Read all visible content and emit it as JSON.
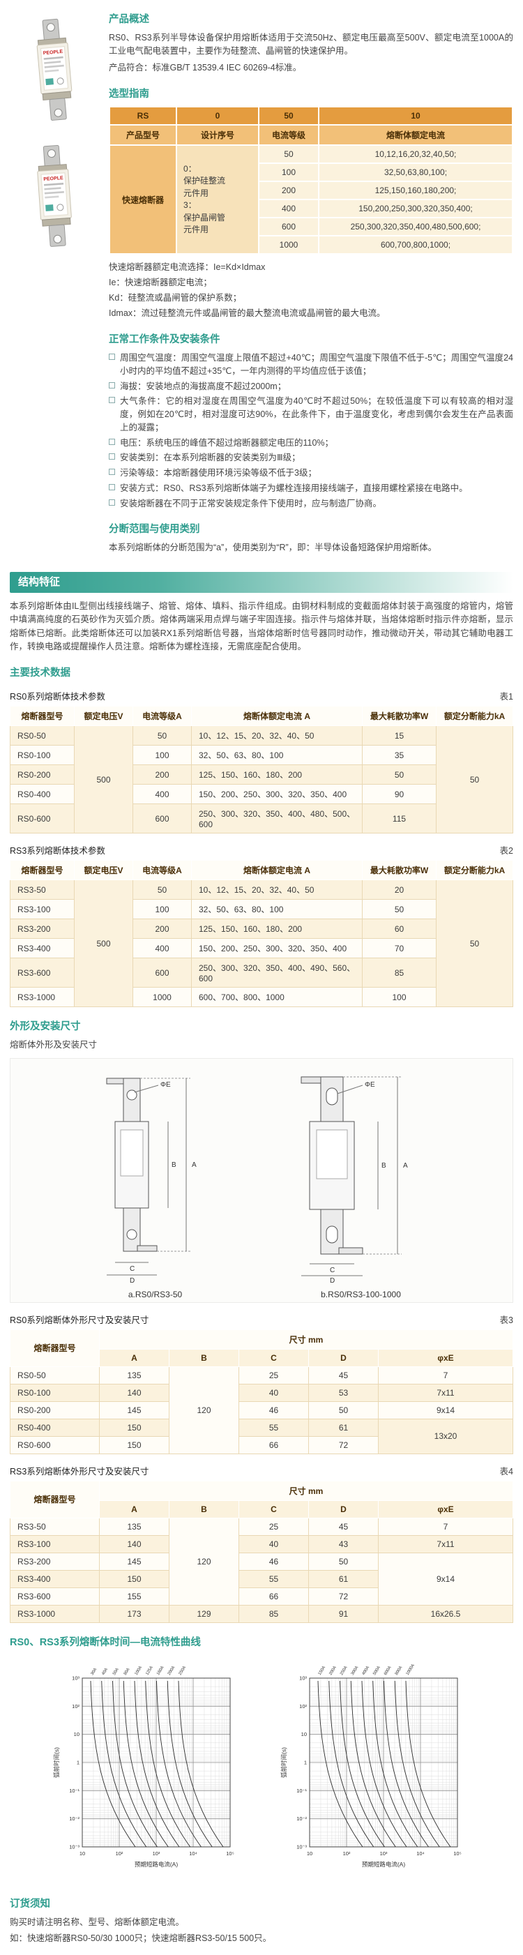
{
  "photos": {
    "brand": "PEOPLE"
  },
  "sections": {
    "overview": {
      "title": "产品概述",
      "p1": "RS0、RS3系列半导体设备保护用熔断体适用于交流50Hz、额定电压最高至500V、额定电流至1000A的工业电气配电装置中，主要作为硅整流、晶闸管的快速保护用。",
      "p2": "产品符合：标准GB/T 13539.4   IEC 60269-4标准。"
    },
    "selection": {
      "title": "选型指南",
      "notes": [
        "快速熔断器额定电流选择：Ie=Kd×Idmax",
        "Ie：快速熔断器额定电流；",
        "Kd：硅整流或晶闸管的保护系数；",
        "Idmax：流过硅整流元件或晶闸管的最大整流电流或晶闸管的最大电流。"
      ]
    },
    "conditions": {
      "title": "正常工作条件及安装条件",
      "items": [
        "周围空气温度：周围空气温度上限值不超过+40℃；周围空气温度下限值不低于-5℃；周围空气温度24小时内的平均值不超过+35℃，一年内测得的平均值应低于该值；",
        "海拔：安装地点的海拔高度不超过2000m；",
        "大气条件：它的相对湿度在周围空气温度为40℃时不超过50%；在较低温度下可以有较高的相对湿度，例如在20℃时，相对湿度可达90%，在此条件下，由于温度变化，考虑到偶尔会发生在产品表面上的凝露；",
        "电压：系统电压的峰值不超过熔断器额定电压的110%；",
        "安装类别：在本系列熔断器的安装类别为Ⅲ级；",
        "污染等级：本熔断器使用环境污染等级不低于3级；",
        "安装方式：RS0、RS3系列熔断体端子为螺栓连接用接线端子，直接用螺栓紧接在电路中。",
        "安装熔断器在不同于正常安装规定条件下使用时，应与制造厂协商。"
      ]
    },
    "breaking": {
      "title": "分断范围与使用类别",
      "text": "本系列熔断体的分断范围为“a”，使用类别为“R”，即：半导体设备短路保护用熔断体。"
    },
    "structure": {
      "title": "结构特征",
      "text": "本系列熔断体由IL型侧出线接线端子、熔管、熔体、填料、指示件组成。由铜材料制成的变截面熔体封装于高强度的熔管内，熔管中填满高纯度的石英砂作为灭弧介质。熔体两端采用点焊与端子牢固连接。指示件与熔体并联，当熔体熔断时指示件亦熔断，显示熔断体已熔断。此类熔断体还可以加装RX1系列熔断信号器，当熔体熔断时信号器同时动作，推动微动开关，带动其它辅助电器工作，转换电路或提醒操作人员注意。熔断体为螺栓连接，无需底座配合使用。"
    },
    "tech": {
      "title": "主要技术数据"
    },
    "dims": {
      "title": "外形及安装尺寸",
      "subtitle": "熔断体外形及安装尺寸",
      "caption_a": "a.RS0/RS3-50",
      "caption_b": "b.RS0/RS3-100-1000",
      "labels": {
        "a": "A",
        "b": "B",
        "c": "C",
        "d": "D",
        "e": "ΦE"
      }
    },
    "curves": {
      "title": "RS0、RS3系列熔断体时间—电流特性曲线"
    },
    "ordering": {
      "title": "订货须知",
      "line1": "购买时请注明名称、型号、熔断体额定电流。",
      "line2": "如：快速熔断器RS0-50/30  1000只；快速熔断器RS3-50/15  500只。"
    }
  },
  "tables": {
    "selection": {
      "rows": [
        [
          {
            "t": "RS",
            "cls": "h1"
          },
          {
            "t": "0",
            "cls": "h1"
          },
          {
            "t": "50",
            "cls": "h1"
          },
          {
            "t": "10",
            "cls": "h1"
          }
        ],
        [
          {
            "t": "产品型号",
            "cls": "h2"
          },
          {
            "t": "设计序号",
            "cls": "h2"
          },
          {
            "t": "电流等级",
            "cls": "h2"
          },
          {
            "t": "熔断体额定电流",
            "cls": "h2"
          }
        ],
        [
          {
            "t": "快速熔断器",
            "rs": 6,
            "cls": "colhead"
          },
          {
            "t": "0：\n保护硅整流\n元件用\n3：\n保护晶闸管\n元件用",
            "rs": 6,
            "cls": "design"
          },
          "50",
          "10,12,16,20,32,40,50;"
        ],
        [
          "100",
          "32,50,63,80,100;"
        ],
        [
          "200",
          "125,150,160,180,200;"
        ],
        [
          "400",
          "150,200,250,300,320,350,400;"
        ],
        [
          "600",
          "250,300,320,350,400,480,500,600;"
        ],
        [
          "1000",
          "600,700,800,1000;"
        ]
      ]
    },
    "t1": {
      "caption": "RS0系列熔断体技术参数",
      "tag": "表1",
      "rows": [
        [
          {
            "t": "熔断器型号",
            "cls": "th"
          },
          {
            "t": "额定电压V",
            "cls": "th"
          },
          {
            "t": "电流等级A",
            "cls": "th"
          },
          {
            "t": "熔断体额定电流  A",
            "cls": "th"
          },
          {
            "t": "最大耗散功率W",
            "cls": "th"
          },
          {
            "t": "额定分断能力kA",
            "cls": "th"
          }
        ],
        [
          {
            "t": "RS0-50",
            "cls": "model"
          },
          {
            "t": "500",
            "rs": 5
          },
          "50",
          {
            "t": "10、12、15、20、32、40、50",
            "cls": "left"
          },
          "15",
          {
            "t": "50",
            "rs": 5
          }
        ],
        [
          {
            "t": "RS0-100",
            "cls": "model"
          },
          "100",
          {
            "t": "32、50、63、80、100",
            "cls": "left"
          },
          "35"
        ],
        [
          {
            "t": "RS0-200",
            "cls": "model"
          },
          "200",
          {
            "t": "125、150、160、180、200",
            "cls": "left"
          },
          "50"
        ],
        [
          {
            "t": "RS0-400",
            "cls": "model"
          },
          "400",
          {
            "t": "150、200、250、300、320、350、400",
            "cls": "left"
          },
          "90"
        ],
        [
          {
            "t": "RS0-600",
            "cls": "model"
          },
          "600",
          {
            "t": "250、300、320、350、400、480、500、600",
            "cls": "left"
          },
          "115"
        ]
      ]
    },
    "t2": {
      "caption": "RS3系列熔断体技术参数",
      "tag": "表2",
      "rows": [
        [
          {
            "t": "熔断器型号",
            "cls": "th"
          },
          {
            "t": "额定电压V",
            "cls": "th"
          },
          {
            "t": "电流等级A",
            "cls": "th"
          },
          {
            "t": "熔断体额定电流  A",
            "cls": "th"
          },
          {
            "t": "最大耗散功率W",
            "cls": "th"
          },
          {
            "t": "额定分断能力kA",
            "cls": "th"
          }
        ],
        [
          {
            "t": "RS3-50",
            "cls": "model"
          },
          {
            "t": "500",
            "rs": 6
          },
          "50",
          {
            "t": "10、12、15、20、32、40、50",
            "cls": "left"
          },
          "20",
          {
            "t": "50",
            "rs": 6
          }
        ],
        [
          {
            "t": "RS3-100",
            "cls": "model"
          },
          "100",
          {
            "t": "32、50、63、80、100",
            "cls": "left"
          },
          "50"
        ],
        [
          {
            "t": "RS3-200",
            "cls": "model"
          },
          "200",
          {
            "t": "125、150、160、180、200",
            "cls": "left"
          },
          "60"
        ],
        [
          {
            "t": "RS3-400",
            "cls": "model"
          },
          "400",
          {
            "t": "150、200、250、300、320、350、400",
            "cls": "left"
          },
          "70"
        ],
        [
          {
            "t": "RS3-600",
            "cls": "model"
          },
          "600",
          {
            "t": "250、300、320、350、400、490、560、600",
            "cls": "left"
          },
          "85"
        ],
        [
          {
            "t": "RS3-1000",
            "cls": "model"
          },
          "1000",
          {
            "t": "600、700、800、1000",
            "cls": "left"
          },
          "100"
        ]
      ]
    },
    "t3": {
      "caption": "RS0系列熔断体外形尺寸及安装尺寸",
      "tag": "表3",
      "rows": [
        [
          {
            "t": "熔断器型号",
            "rs": 2,
            "cls": "th"
          },
          {
            "t": "尺寸 mm",
            "cs": 5,
            "cls": "th"
          }
        ],
        [
          {
            "t": "A",
            "cls": "th"
          },
          {
            "t": "B",
            "cls": "th"
          },
          {
            "t": "C",
            "cls": "th"
          },
          {
            "t": "D",
            "cls": "th"
          },
          {
            "t": "φxE",
            "cls": "th"
          }
        ],
        [
          {
            "t": "RS0-50",
            "cls": "model"
          },
          "135",
          {
            "t": "120",
            "rs": 5
          },
          "25",
          "45",
          "7"
        ],
        [
          {
            "t": "RS0-100",
            "cls": "model"
          },
          "140",
          "40",
          "53",
          "7x11"
        ],
        [
          {
            "t": "RS0-200",
            "cls": "model"
          },
          "145",
          "46",
          "50",
          "9x14"
        ],
        [
          {
            "t": "RS0-400",
            "cls": "model"
          },
          "150",
          "55",
          "61",
          {
            "t": "13x20",
            "rs": 2
          }
        ],
        [
          {
            "t": "RS0-600",
            "cls": "model"
          },
          "150",
          "66",
          "72"
        ]
      ]
    },
    "t4": {
      "caption": "RS3系列熔断体外形尺寸及安装尺寸",
      "tag": "表4",
      "rows": [
        [
          {
            "t": "熔断器型号",
            "rs": 2,
            "cls": "th"
          },
          {
            "t": "尺寸 mm",
            "cs": 5,
            "cls": "th"
          }
        ],
        [
          {
            "t": "A",
            "cls": "th"
          },
          {
            "t": "B",
            "cls": "th"
          },
          {
            "t": "C",
            "cls": "th"
          },
          {
            "t": "D",
            "cls": "th"
          },
          {
            "t": "φxE",
            "cls": "th"
          }
        ],
        [
          {
            "t": "RS3-50",
            "cls": "model"
          },
          "135",
          {
            "t": "120",
            "rs": 5
          },
          "25",
          "45",
          "7"
        ],
        [
          {
            "t": "RS3-100",
            "cls": "model"
          },
          "140",
          "40",
          "43",
          "7x11"
        ],
        [
          {
            "t": "RS3-200",
            "cls": "model"
          },
          "145",
          "46",
          "50",
          {
            "t": "9x14",
            "rs": 3
          }
        ],
        [
          {
            "t": "RS3-400",
            "cls": "model"
          },
          "150",
          "55",
          "61"
        ],
        [
          {
            "t": "RS3-600",
            "cls": "model"
          },
          "155",
          "66",
          "72"
        ],
        [
          {
            "t": "RS3-1000",
            "cls": "model"
          },
          "173",
          "129",
          "85",
          "91",
          "16x26.5"
        ]
      ]
    }
  },
  "chart_data": [
    {
      "type": "line",
      "title": "RS0/RS3 熔断体时间—电流特性曲线 (a)",
      "xlabel": "预期短路电流(A)",
      "ylabel": "弧前时间(s)",
      "x_scale": "log",
      "y_scale": "log",
      "series_labels": [
        "30A",
        "40A",
        "50A",
        "80A",
        "100A",
        "125A",
        "160A",
        "200A",
        "250A"
      ],
      "x_ticks": [
        "10",
        "10²",
        "10³",
        "10⁴",
        "10⁵"
      ],
      "y_ticks": [
        "10³",
        "10²",
        "10",
        "1",
        "10⁻¹",
        "10⁻²",
        "10⁻³"
      ]
    },
    {
      "type": "line",
      "title": "RS0/RS3 熔断体时间—电流特性曲线 (b)",
      "xlabel": "预期短路电流(A)",
      "ylabel": "弧前时间(s)",
      "x_scale": "log",
      "y_scale": "log",
      "series_labels": [
        "150A",
        "200A",
        "250A",
        "300A",
        "400A",
        "500A",
        "600A",
        "800A",
        "1000A"
      ],
      "x_ticks": [
        "10",
        "10²",
        "10³",
        "10⁴",
        "10⁵"
      ],
      "y_ticks": [
        "10³",
        "10²",
        "10",
        "1",
        "10⁻¹",
        "10⁻²",
        "10⁻³"
      ]
    }
  ]
}
